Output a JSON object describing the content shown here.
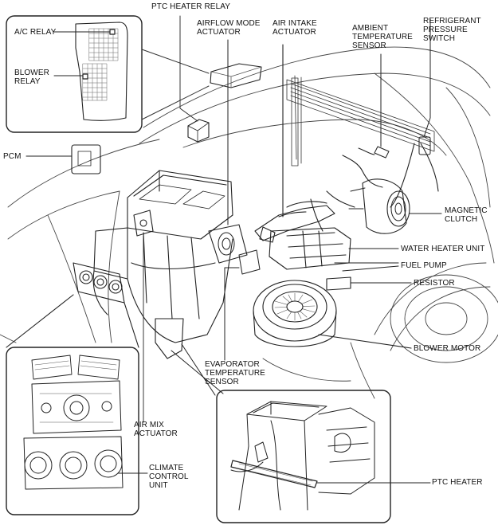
{
  "labels": {
    "ptc_heater_relay": "PTC HEATER RELAY",
    "ac_relay": "A/C RELAY",
    "blower_relay": "BLOWER\nRELAY",
    "airflow_mode_actuator": "AIRFLOW MODE\nACTUATOR",
    "air_intake_actuator": "AIR INTAKE\nACTUATOR",
    "ambient_temperature_sensor": "AMBIENT\nTEMPERATURE\nSENSOR",
    "refrigerant_pressure_switch": "REFRIGERANT\nPRESSURE\nSWITCH",
    "pcm": "PCM",
    "magnetic_clutch": "MAGNETIC\nCLUTCH",
    "water_heater_unit": "WATER HEATER UNIT",
    "fuel_pump": "FUEL PUMP",
    "resistor": "RESISTOR",
    "blower_motor": "BLOWER MOTOR",
    "evaporator_temperature_sensor": "EVAPORATOR\nTEMPERATURE\nSENSOR",
    "air_mix_actuator": "AIR MIX\nACTUATOR",
    "climate_control_unit": "CLIMATE\nCONTROL\nUNIT",
    "ptc_heater": "PTC HEATER"
  }
}
